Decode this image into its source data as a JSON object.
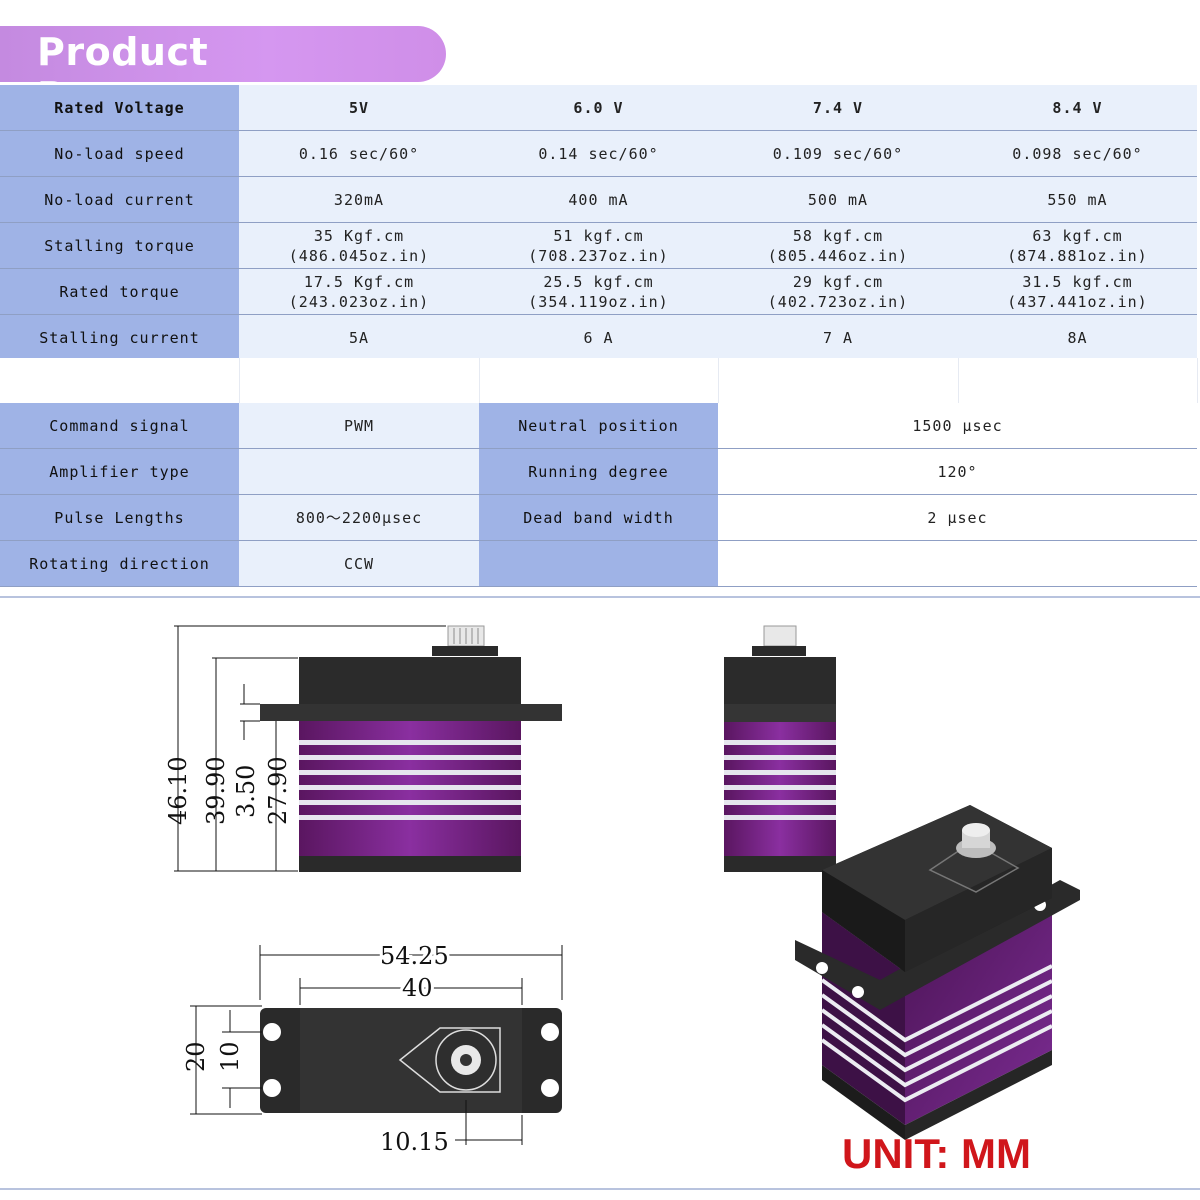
{
  "title": "Product Parameters",
  "voltage_table": {
    "rows": [
      {
        "label": "Rated Voltage",
        "values": [
          "5V",
          "6.0 V",
          "7.4 V",
          "8.4 V"
        ]
      },
      {
        "label": "No-load speed",
        "values": [
          "0.16 sec/60°",
          "0.14 sec/60°",
          "0.109 sec/60°",
          "0.098 sec/60°"
        ]
      },
      {
        "label": "No-load current",
        "values": [
          "320mA",
          "400 mA",
          "500 mA",
          "550 mA"
        ]
      },
      {
        "label": "Stalling torque",
        "values": [
          "35 Kgf.cm",
          "51 kgf.cm",
          "58 kgf.cm",
          "63 kgf.cm"
        ],
        "sub": [
          "(486.045oz.in)",
          "(708.237oz.in)",
          "(805.446oz.in)",
          "(874.881oz.in)"
        ]
      },
      {
        "label": "Rated torque",
        "values": [
          "17.5 Kgf.cm",
          "25.5 kgf.cm",
          "29 kgf.cm",
          "31.5 kgf.cm"
        ],
        "sub": [
          "(243.023oz.in)",
          "(354.119oz.in)",
          "(402.723oz.in)",
          "(437.441oz.in)"
        ]
      },
      {
        "label": "Stalling current",
        "values": [
          "5A",
          "6 A",
          "7 A",
          "8A"
        ]
      }
    ]
  },
  "spec_table": {
    "rows": [
      {
        "l1": "Command signal",
        "v1": "PWM",
        "l2": "Neutral position",
        "v2": "1500 μsec"
      },
      {
        "l1": "Amplifier type",
        "v1": "",
        "l2": "Running degree",
        "v2": "120°"
      },
      {
        "l1": "Pulse Lengths",
        "v1": "800～2200μsec",
        "l2": "Dead band width",
        "v2": "2 μsec"
      },
      {
        "l1": "Rotating direction",
        "v1": "CCW",
        "l2": "",
        "v2": ""
      }
    ]
  },
  "dimensions": {
    "side": [
      "46.10",
      "39.90",
      "3.50",
      "27.90"
    ],
    "top": {
      "overall": "54.25",
      "body": "40",
      "hole_span": "20",
      "hole_pitch": "10",
      "shaft_offset": "10.15"
    }
  },
  "unit_label": "UNIT: MM",
  "colors": {
    "header_cell": "#9fb3e6",
    "value_cell": "#e9f0fb",
    "banner": "#d597f0",
    "servo_body": "#7a2c8e",
    "unit_text": "#d0161b"
  }
}
